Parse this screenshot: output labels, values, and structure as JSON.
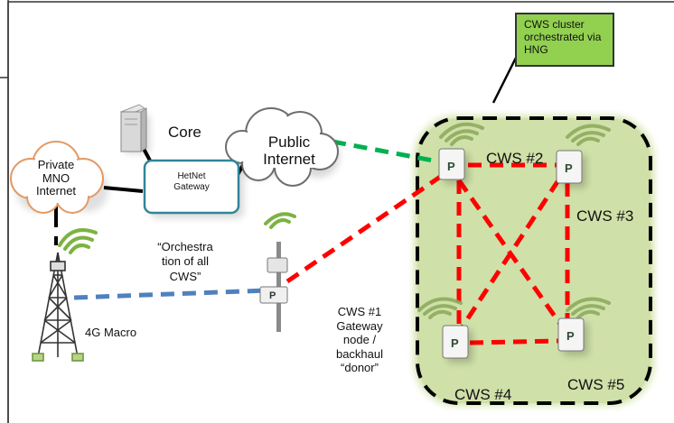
{
  "callout": {
    "line1": "CWS cluster",
    "line2": "orchestrated via",
    "line3": "HNG"
  },
  "core": {
    "label": "Core"
  },
  "public_internet": {
    "line1": "Public",
    "line2": "Internet"
  },
  "private_mno": {
    "line1": "Private",
    "line2": "MNO",
    "line3": "Internet"
  },
  "hetnet_gateway": {
    "line1": "HetNet",
    "line2": "Gateway"
  },
  "orchestration": {
    "line1": "“Orchestra",
    "line2": "tion of all",
    "line3": "CWS”"
  },
  "macro": {
    "label": "4G Macro"
  },
  "cws1": {
    "line1": "CWS #1",
    "line2": "Gateway",
    "line3": "node /",
    "line4": "backhaul",
    "line5": "“donor”"
  },
  "cws_nodes": {
    "cws2": "CWS #2",
    "cws3": "CWS #3",
    "cws4": "CWS #4",
    "cws5": "CWS #5"
  },
  "colors": {
    "cluster_fill": "#cfe0a8",
    "mesh_link": "#ff0000",
    "backhaul_link": "#00b050",
    "macro_link": "#4f81bd",
    "callout_fill": "#92d050",
    "gateway_border": "#31859c"
  }
}
